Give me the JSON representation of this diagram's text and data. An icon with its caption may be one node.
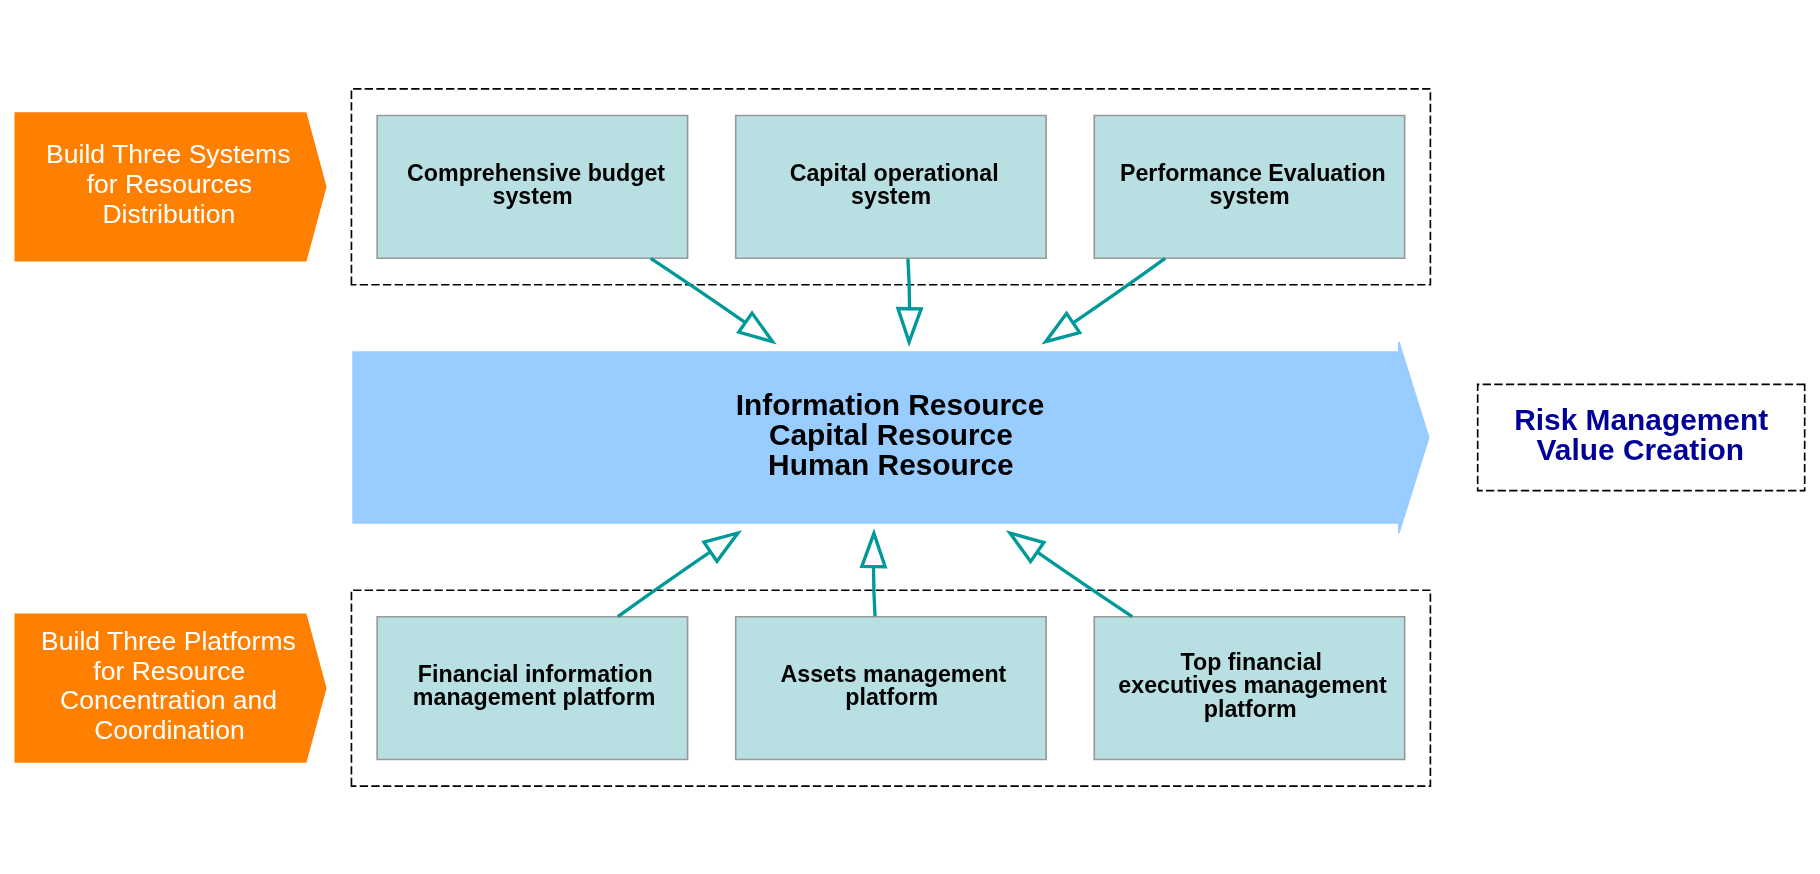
{
  "diagram": {
    "nodes": [
      {
        "text": [
          "Build Three Systems for Resources Distribution"
        ]
      },
      {
        "text": [],
        "shape": "box"
      },
      {
        "text": [
          "Comprehensive budget system"
        ],
        "in": 1
      },
      {
        "text": [
          "Capital operational system"
        ],
        "in": 1
      },
      {
        "text": [
          "Performance Evaluation system"
        ],
        "in": 1
      },
      {
        "text": [
          "Information Resource",
          "Capital Resource",
          "Human Resource"
        ]
      },
      {
        "text": [
          "Risk Management",
          "Value Creation"
        ]
      },
      {
        "text": [
          "Build Three Platforms for Resource Concentration and Coordination"
        ]
      },
      {
        "text": [],
        "shape": "box"
      },
      {
        "text": [
          "Financial information management platform"
        ],
        "in": 8
      },
      {
        "text": [
          "Assets management platform"
        ],
        "in": 8
      },
      {
        "text": [
          "Top financial executives management platform"
        ],
        "in": 8
      }
    ],
    "edges": [
      {
        "from": 2,
        "to": 5,
        "arrow": "to"
      },
      {
        "from": 3,
        "to": 5,
        "arrow": "to"
      },
      {
        "from": 4,
        "to": 5,
        "arrow": "to"
      },
      {
        "from": 9,
        "to": 5,
        "arrow": "to"
      },
      {
        "from": 10,
        "to": 5,
        "arrow": "to"
      },
      {
        "from": 11,
        "to": 5,
        "arrow": "to"
      }
    ]
  }
}
